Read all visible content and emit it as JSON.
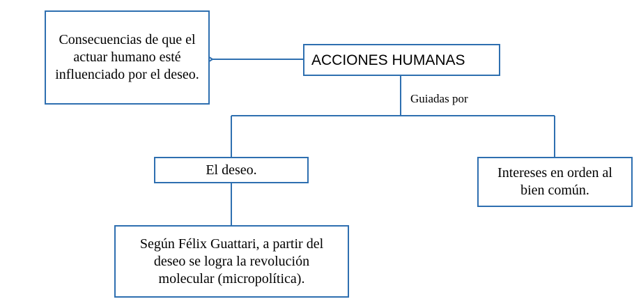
{
  "diagram": {
    "root": {
      "text": "ACCIONES HUMANAS"
    },
    "consequences": {
      "text": "Consecuencias de que el actuar humano esté influenciado por el deseo."
    },
    "edge_label": {
      "text": "Guiadas por"
    },
    "desire": {
      "text": "El deseo."
    },
    "common_good": {
      "text": "Intereses en orden al bien común."
    },
    "guattari": {
      "text": "Según Félix Guattari, a partir del deseo se logra la revolución molecular (micropolítica)."
    }
  },
  "colors": {
    "line": "#2e6fb0",
    "text": "#000000",
    "background": "#ffffff"
  }
}
